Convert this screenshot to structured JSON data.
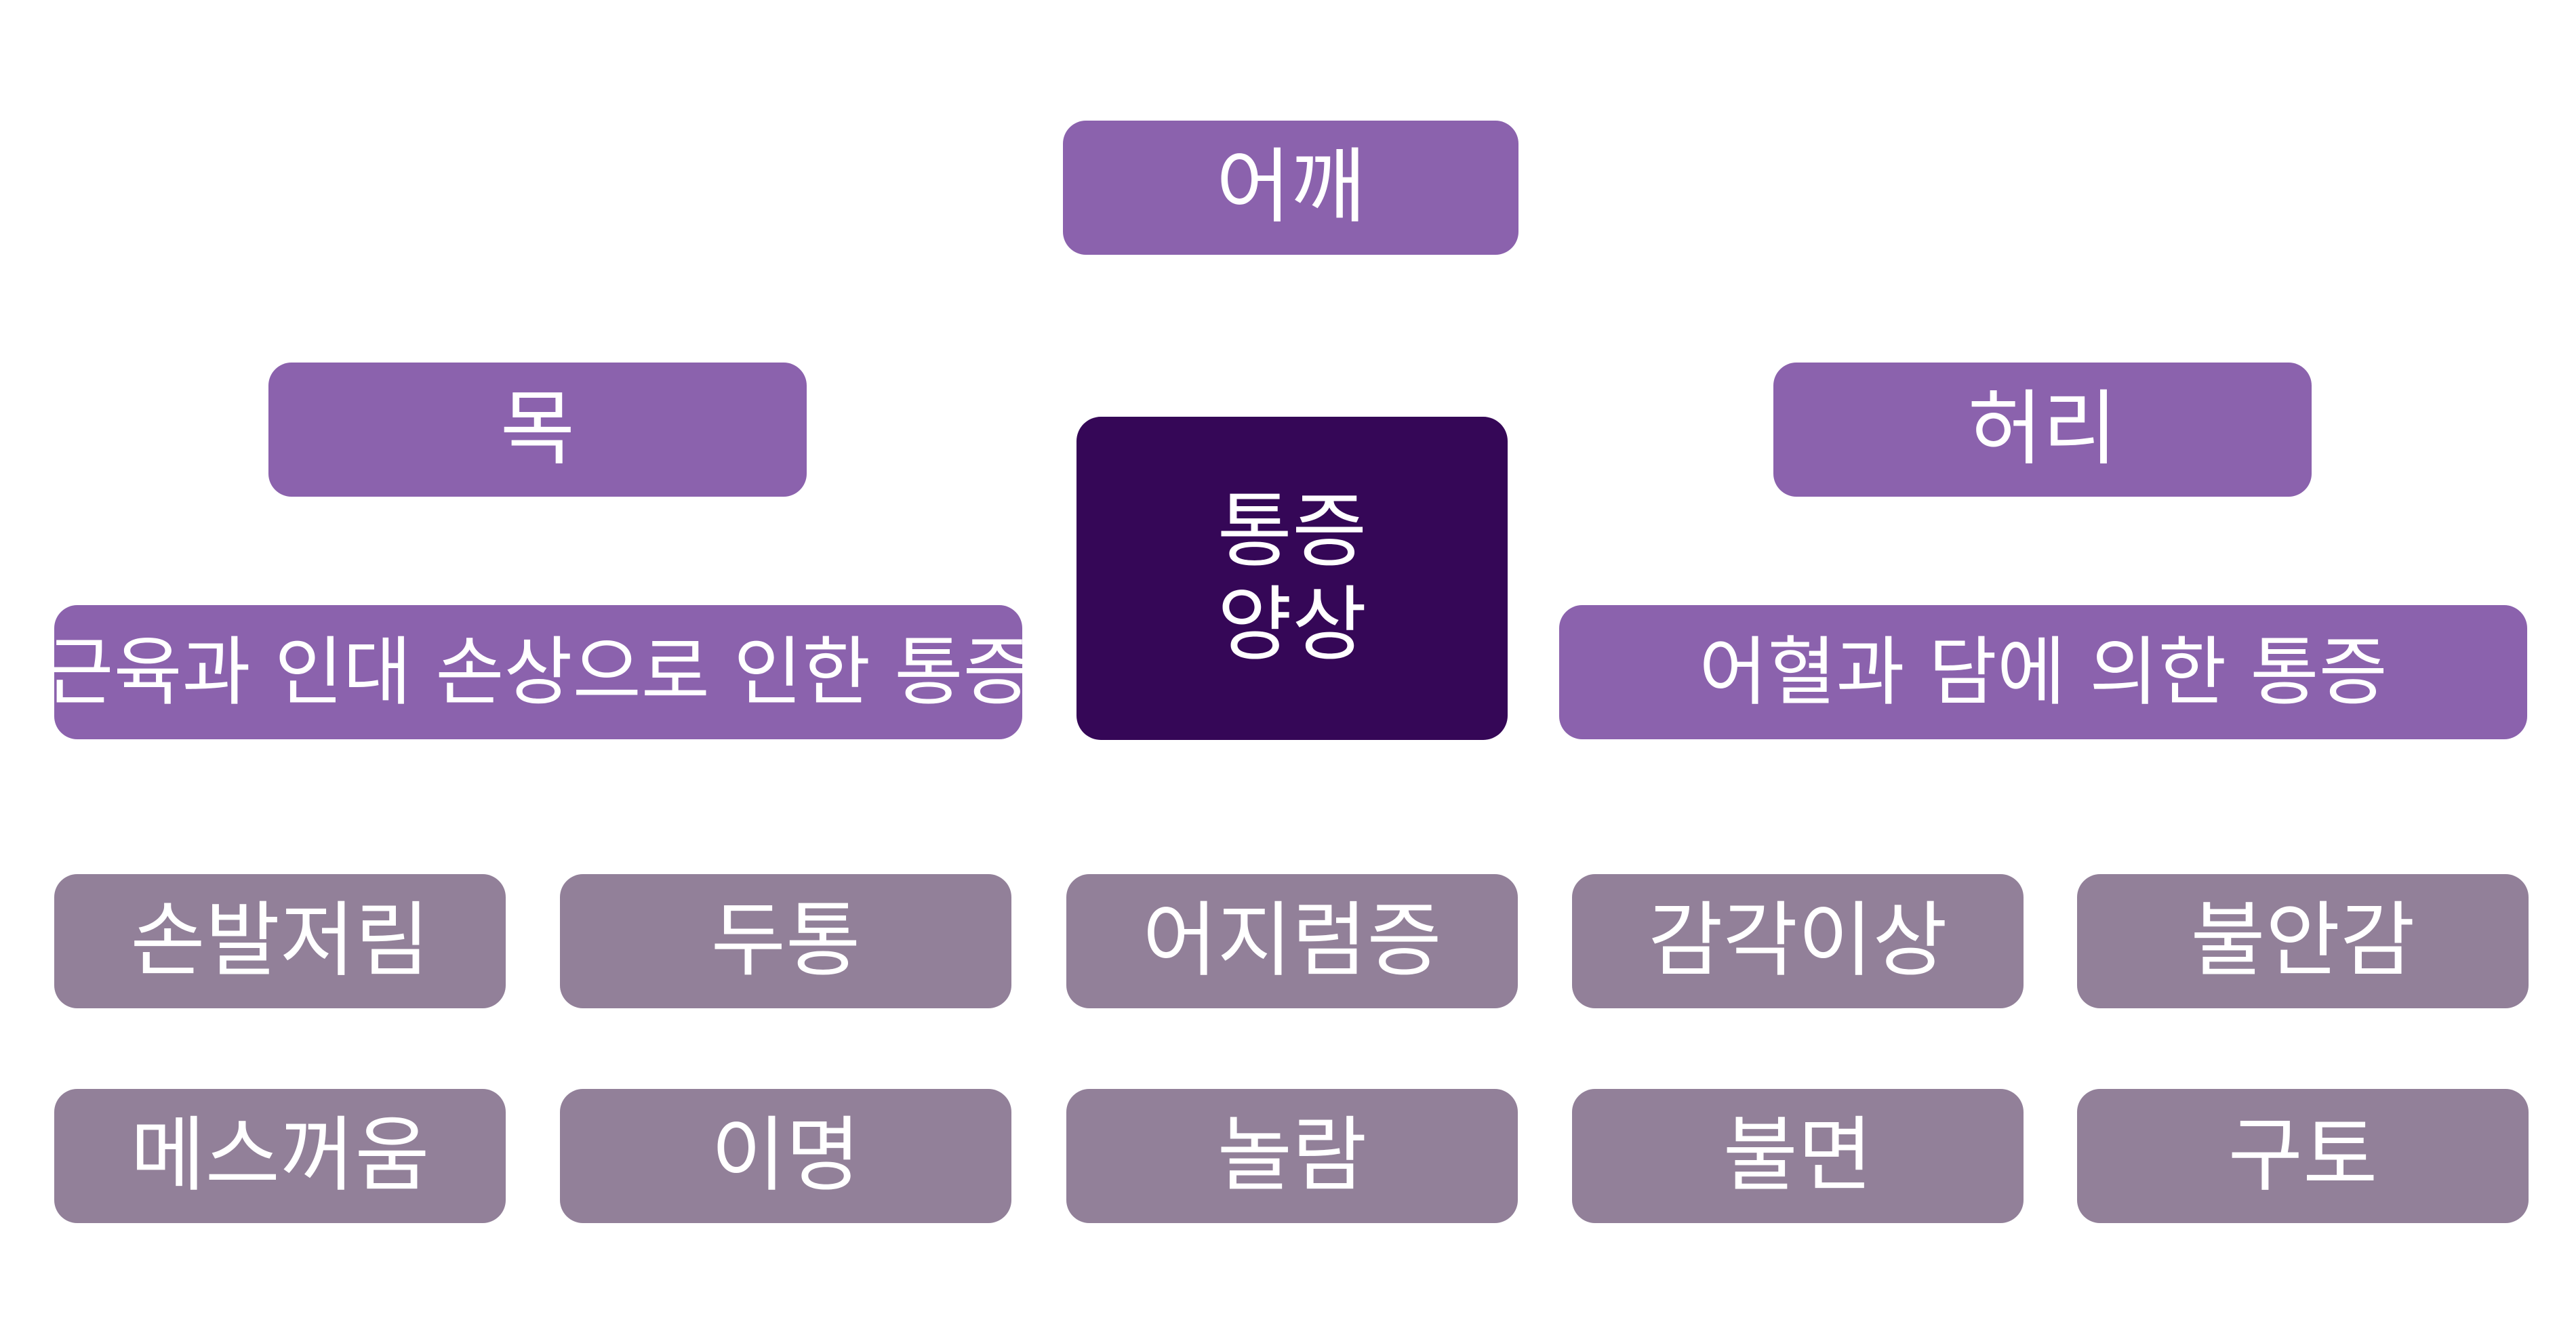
{
  "diagram": {
    "center": {
      "label": "통증\n양상"
    },
    "regions": {
      "shoulder": "어깨",
      "neck": "목",
      "waist": "허리"
    },
    "causes": {
      "left": "근육과 인대 손상으로 인한 통증",
      "right": "어혈과 담에 의한 통증"
    },
    "symptoms_row1": [
      "손발저림",
      "두통",
      "어지럼증",
      "감각이상",
      "불안감"
    ],
    "symptoms_row2": [
      "메스꺼움",
      "이명",
      "놀람",
      "불면",
      "구토"
    ]
  },
  "colors": {
    "primary_box": "#8b62ad",
    "center_box": "#350757",
    "symptom_box": "#928099",
    "text": "#ffffff"
  }
}
